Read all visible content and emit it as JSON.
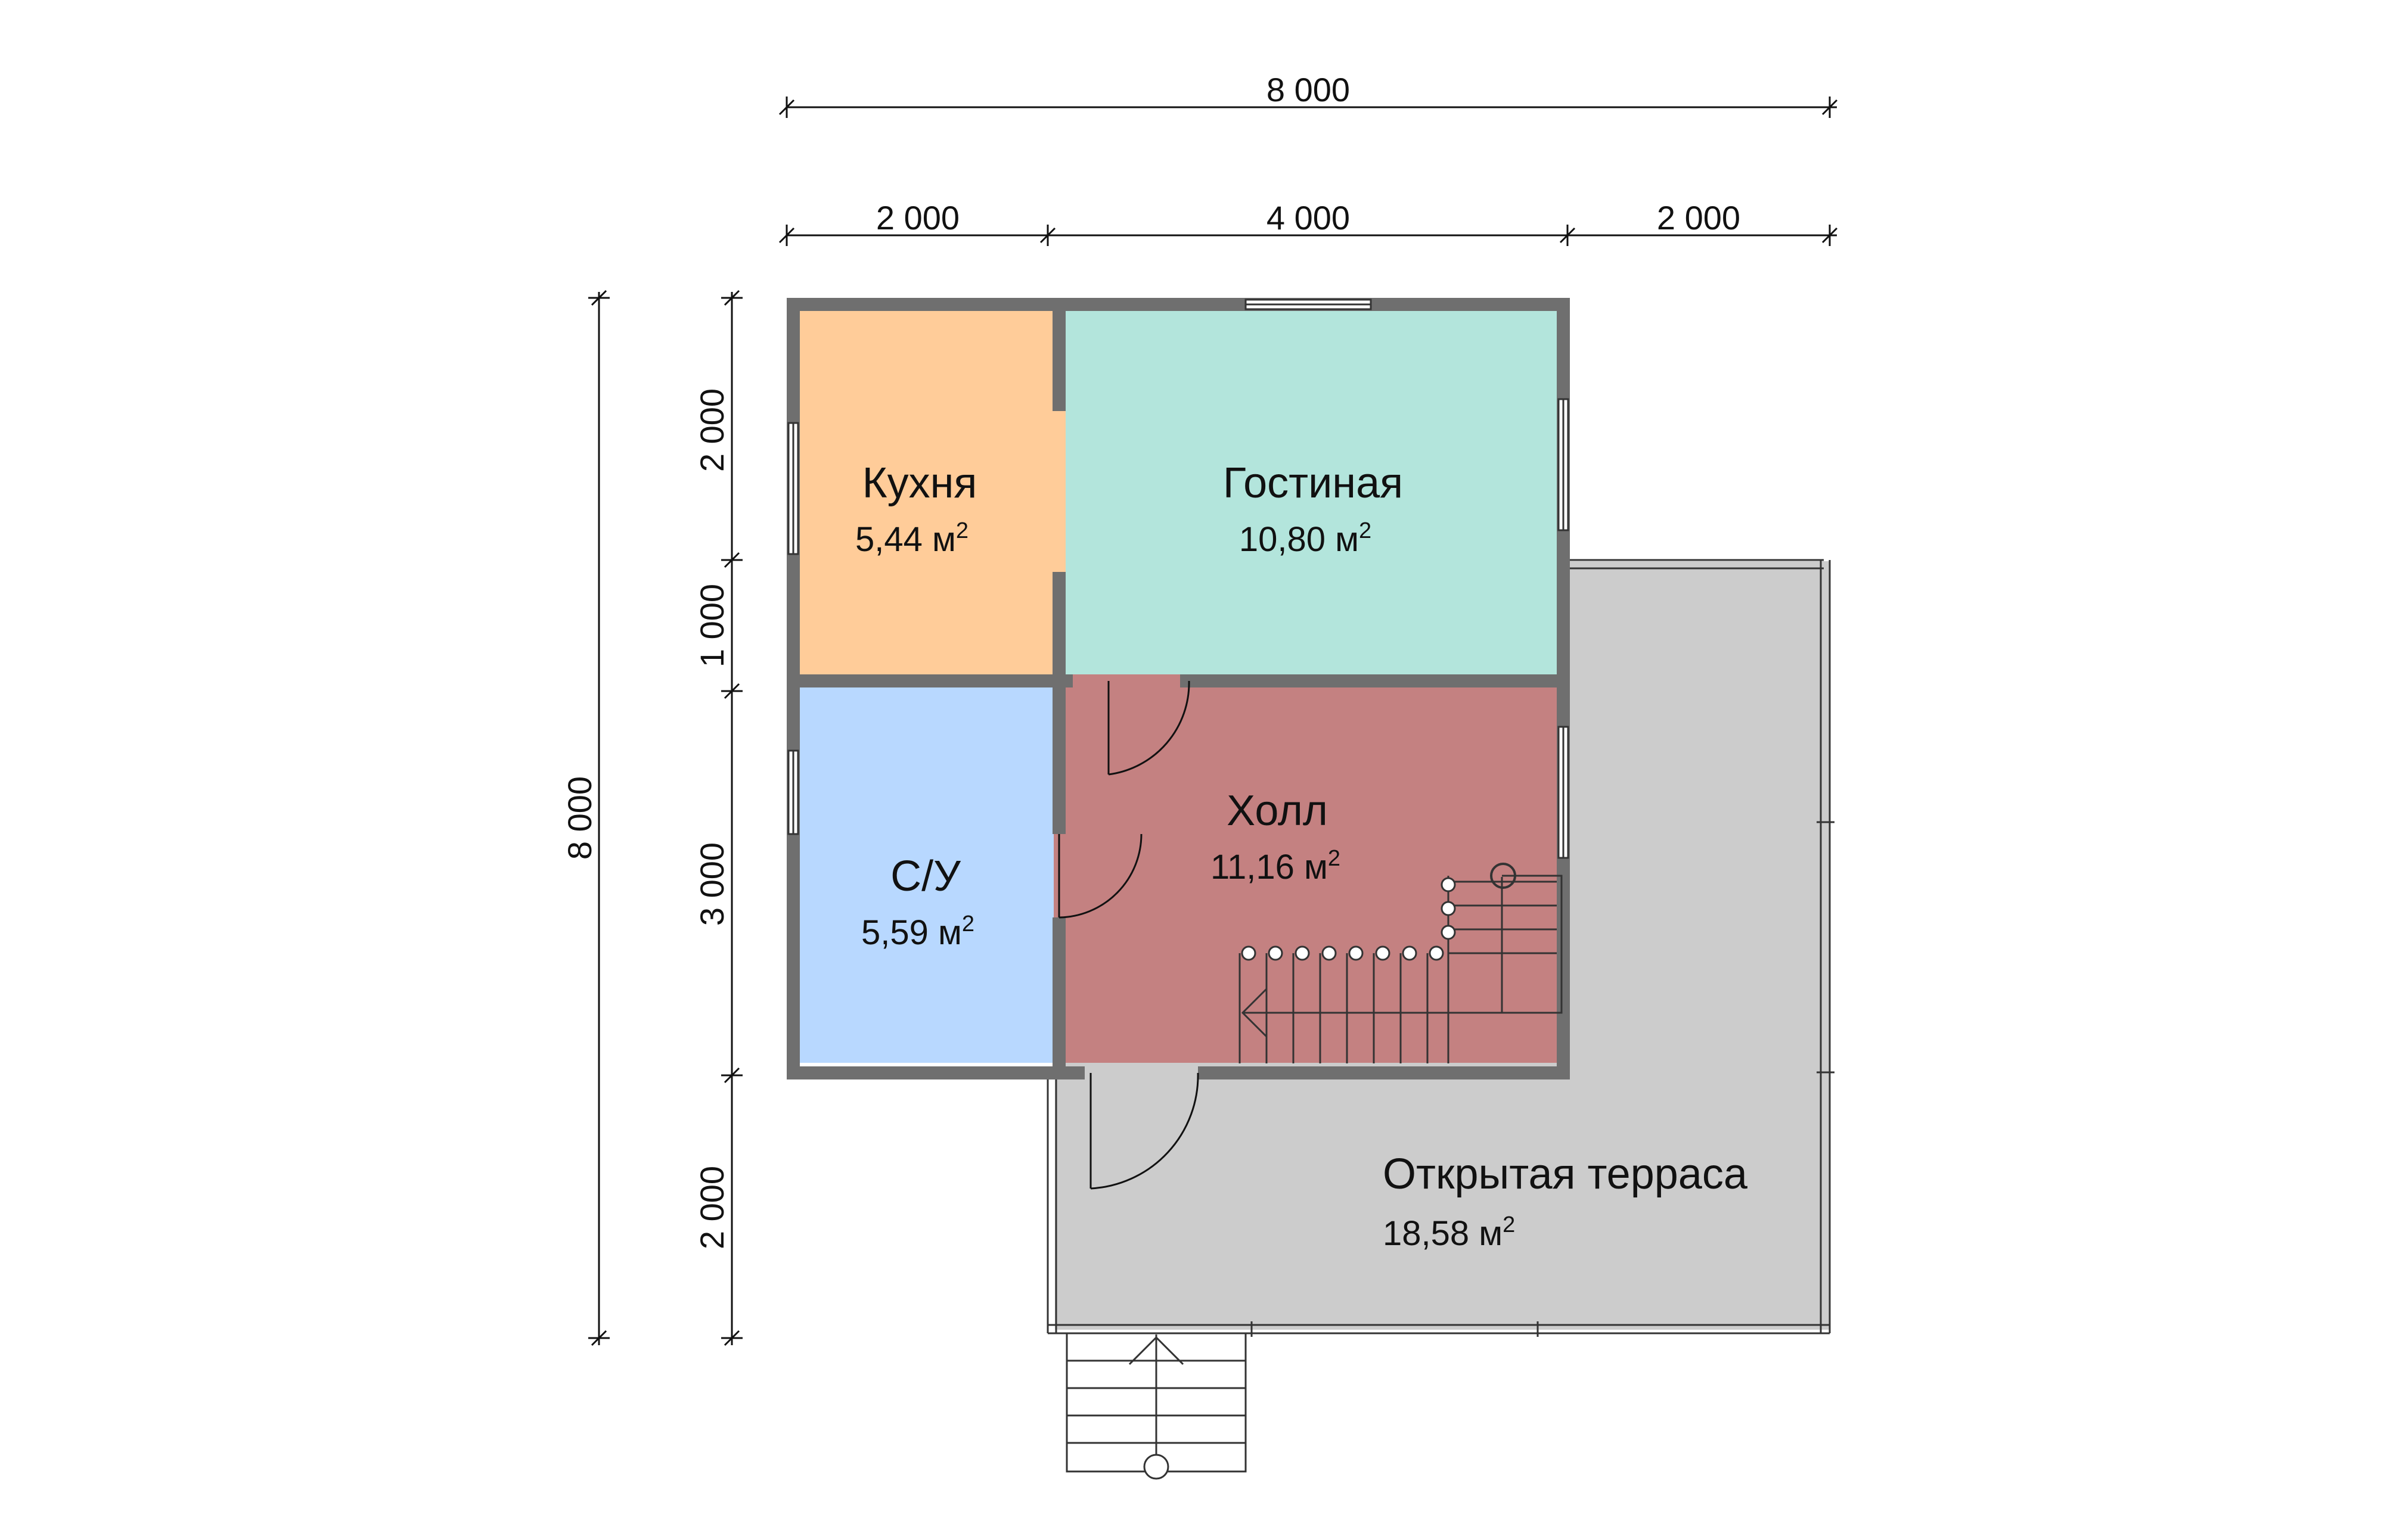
{
  "dimensions": {
    "top_total": "8 000",
    "top_left": "2 000",
    "top_mid": "4 000",
    "top_right": "2 000",
    "left_total": "8 000",
    "left_seg1": "2 000",
    "left_seg2": "1 000",
    "left_seg3": "3 000",
    "left_seg4": "2 000"
  },
  "rooms": {
    "kitchen": {
      "name": "Кухня",
      "area": "5,44 м",
      "sup": "2"
    },
    "living": {
      "name": "Гостиная",
      "area": "10,80 м",
      "sup": "2"
    },
    "bath": {
      "name": "С/У",
      "area": "5,59 м",
      "sup": "2"
    },
    "hall": {
      "name": "Холл",
      "area": "11,16 м",
      "sup": "2"
    },
    "terrace": {
      "name": "Открытая терраса",
      "area": "18,58 м",
      "sup": "2"
    }
  },
  "colors": {
    "kitchen": "#ffcc99",
    "living": "#b3e5dc",
    "bath": "#b8d8ff",
    "hall": "#c48181",
    "terrace": "#cccccc",
    "wall": "#6f6f6f"
  }
}
